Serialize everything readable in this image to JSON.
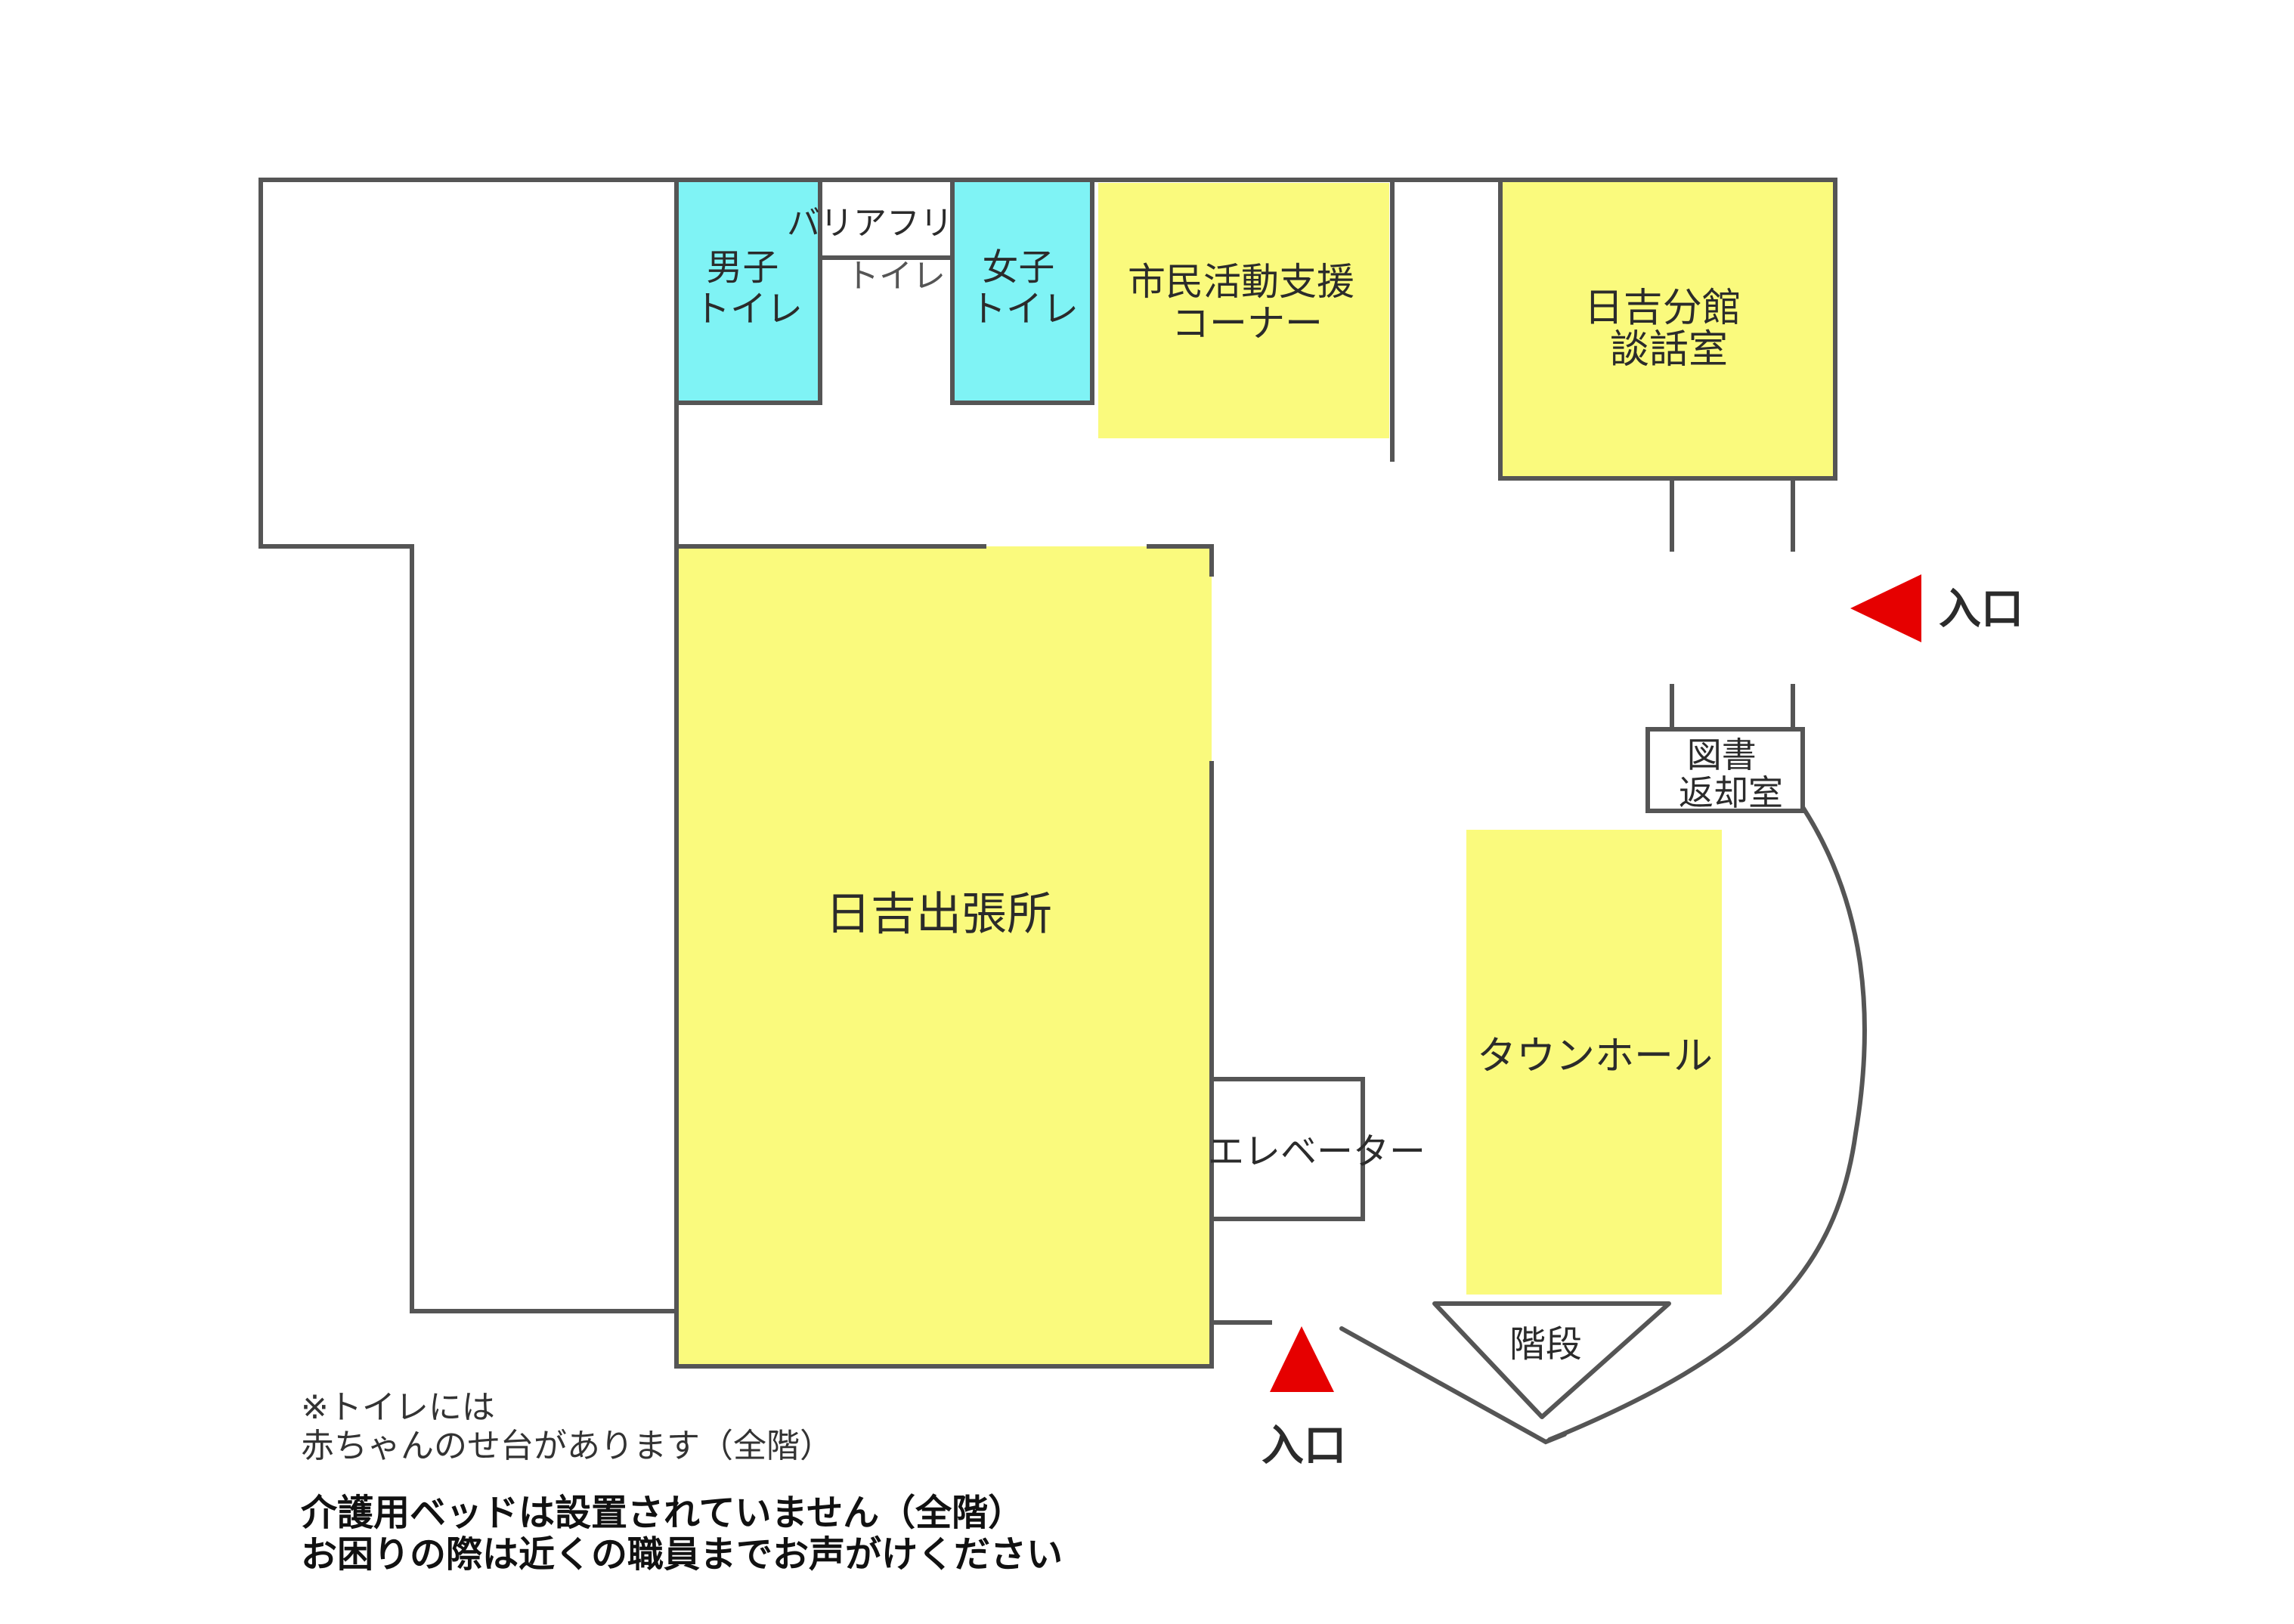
{
  "map": {
    "rooms": {
      "mens_toilet": [
        "男子",
        "トイレ"
      ],
      "barrier_free": [
        "バリアフリー",
        "トイレ"
      ],
      "womens_toilet": [
        "女子",
        "トイレ"
      ],
      "civic_support": [
        "市民活動支援",
        "コーナー"
      ],
      "hiyoshi_lounge": [
        "日吉分館",
        "談話室"
      ],
      "branch_office": "日吉出張所",
      "book_return": [
        "図書",
        "返却室"
      ],
      "town_hall": "タウンホール",
      "elevator": "エレベーター",
      "stairs": "階段"
    },
    "entrances": {
      "east": "入口",
      "south": "入口"
    },
    "colors": {
      "room_yellow": "#fafa7d",
      "toilet_cyan": "#7ff3f5",
      "wall": "#555555",
      "entrance_marker": "#e60000"
    }
  },
  "notes": {
    "baby_changing": [
      "※トイレには",
      "赤ちゃんのせ台があります（全階）"
    ],
    "care_bed": [
      "介護用ベッドは設置されていません（全階）",
      "お困りの際は近くの職員までお声がけください"
    ]
  }
}
